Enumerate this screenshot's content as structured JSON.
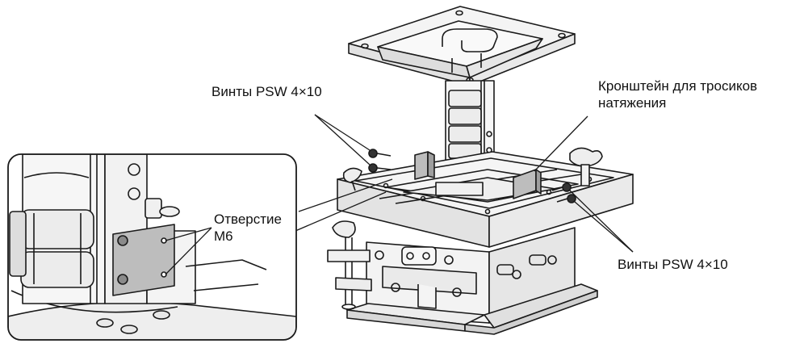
{
  "labels": {
    "screws_top_left": "Винты PSW 4×10",
    "bracket_line1": "Кронштейн для тросиков",
    "bracket_line2": "натяжения",
    "hole_line1": "Отверстие",
    "hole_line2": "M6",
    "screws_bottom_right": "Винты PSW 4×10"
  },
  "colors": {
    "line": "#1a1a1a",
    "bracket_fill": "#bdbdbd",
    "metal_light": "#f4f4f4",
    "metal_mid": "#e2e2e2",
    "background": "#ffffff"
  }
}
